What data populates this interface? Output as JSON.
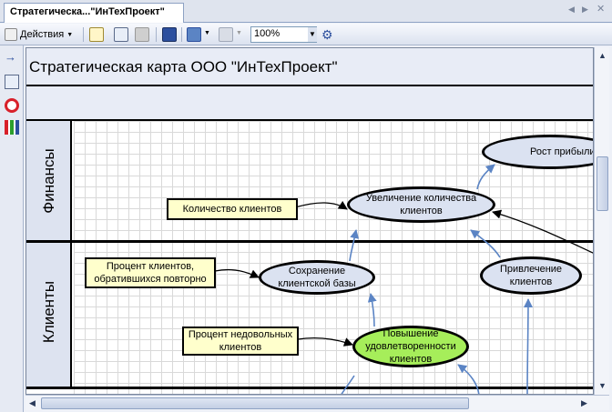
{
  "tab": {
    "title": "Стратегическа...\"ИнТехПроект\""
  },
  "toolbar": {
    "actions_label": "Действия",
    "zoom_value": "100%"
  },
  "diagram": {
    "title": "Стратегическая карта ООО \"ИнТехПроект\"",
    "lanes": {
      "finance": "Финансы",
      "clients": "Клиенты"
    },
    "notes": {
      "client_count": "Количество клиентов",
      "repeat_clients": "Процент клиентов, обратившихся повторно",
      "unsatisfied": "Процент недовольных клиентов"
    },
    "goals": {
      "profit_growth": "Рост прибыли",
      "increase_clients": "Увеличение количества клиентов",
      "retain_base": "Сохранение клиентской базы",
      "attract_clients": "Привлечение клиентов",
      "satisfaction": "Повышение удовлетворенности клиентов"
    }
  },
  "colors": {
    "goal_fill": "#dbe2f1",
    "highlight_goal": "#a6ee5a",
    "note_fill": "#ffffcc",
    "arrow_blue": "#5b84c4"
  }
}
